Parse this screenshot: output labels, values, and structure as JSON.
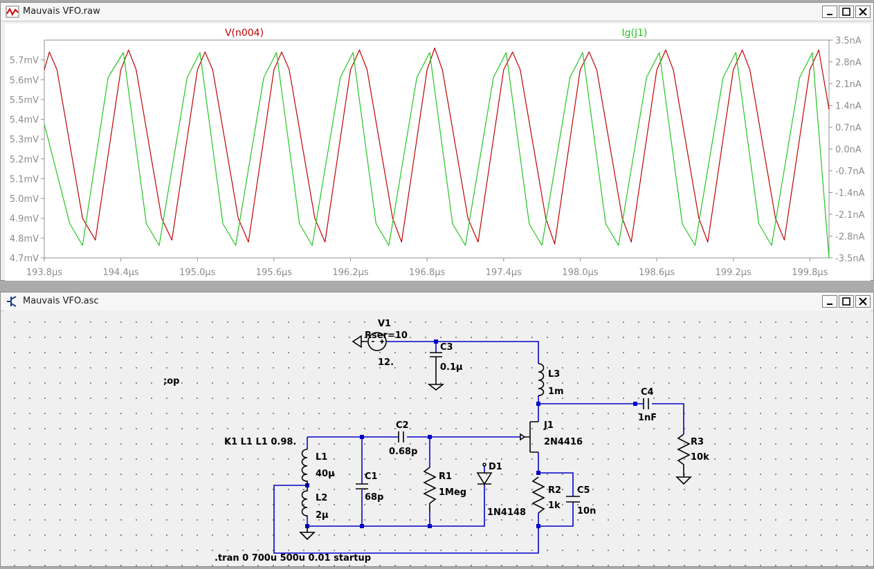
{
  "waveform_window": {
    "title": "Mauvais VFO.raw",
    "icon": "waveform-icon"
  },
  "schematic_window": {
    "title": "Mauvais VFO.asc",
    "icon": "schematic-icon"
  },
  "window_buttons": {
    "minimize": "minimize-icon",
    "maximize": "maximize-icon",
    "close": "close-icon"
  },
  "colors": {
    "trace_v": "#c00000",
    "trace_i": "#22c322",
    "wire": "#0000c8",
    "component": "#000000",
    "axis": "#8f8f8f"
  },
  "chart_data": {
    "type": "line",
    "xlabel": "",
    "x_ticks": [
      "193.8µs",
      "194.4µs",
      "195.0µs",
      "195.6µs",
      "196.2µs",
      "196.8µs",
      "197.4µs",
      "198.0µs",
      "198.6µs",
      "199.2µs",
      "199.8µs"
    ],
    "x_tick_values": [
      193.8,
      194.4,
      195.0,
      195.6,
      196.2,
      196.8,
      197.4,
      198.0,
      198.6,
      199.2,
      199.8
    ],
    "xlim": [
      193.8,
      199.95
    ],
    "y_left_ticks": [
      "5.7mV",
      "5.6mV",
      "5.5mV",
      "5.4mV",
      "5.3mV",
      "5.2mV",
      "5.1mV",
      "5.0mV",
      "4.9mV",
      "4.8mV",
      "4.7mV"
    ],
    "y_left_lim": [
      4.7,
      5.8
    ],
    "y_right_ticks": [
      "3.5nA",
      "2.8nA",
      "2.1nA",
      "1.4nA",
      "0.7nA",
      "0.0nA",
      "-0.7nA",
      "-1.4nA",
      "-2.1nA",
      "-2.8nA",
      "-3.5nA"
    ],
    "y_right_lim": [
      -3.5,
      3.5
    ],
    "series": [
      {
        "name": "V(n004)",
        "axis": "left",
        "unit": "mV",
        "color": "#c00000",
        "x": [
          193.8,
          193.84,
          193.9,
          194.1,
          194.2,
          194.4,
          194.46,
          194.52,
          194.72,
          194.8,
          195.0,
          195.06,
          195.12,
          195.32,
          195.4,
          195.6,
          195.66,
          195.72,
          195.92,
          196.0,
          196.2,
          196.27,
          196.33,
          196.53,
          196.6,
          196.8,
          196.86,
          196.92,
          197.12,
          197.2,
          197.4,
          197.47,
          197.53,
          197.73,
          197.8,
          198.0,
          198.07,
          198.13,
          198.33,
          198.4,
          198.6,
          198.67,
          198.73,
          198.93,
          199.0,
          199.2,
          199.27,
          199.33,
          199.53,
          199.6,
          199.8,
          199.87,
          199.95
        ],
        "y": [
          5.65,
          5.74,
          5.65,
          4.9,
          4.79,
          5.65,
          5.75,
          5.65,
          4.9,
          4.79,
          5.65,
          5.74,
          5.65,
          4.9,
          4.78,
          5.65,
          5.74,
          5.65,
          4.9,
          4.78,
          5.65,
          5.75,
          5.65,
          4.9,
          4.78,
          5.65,
          5.76,
          5.65,
          4.9,
          4.78,
          5.65,
          5.74,
          5.65,
          4.9,
          4.77,
          5.65,
          5.74,
          5.65,
          4.9,
          4.78,
          5.65,
          5.75,
          5.65,
          4.9,
          4.78,
          5.65,
          5.75,
          5.65,
          4.9,
          4.79,
          5.65,
          5.75,
          5.45
        ]
      },
      {
        "name": "Ig(J1)",
        "axis": "right",
        "unit": "nA",
        "color": "#22c322",
        "x": [
          193.8,
          194.0,
          194.1,
          194.3,
          194.42,
          194.6,
          194.7,
          194.92,
          195.02,
          195.2,
          195.3,
          195.52,
          195.62,
          195.8,
          195.9,
          196.12,
          196.22,
          196.4,
          196.5,
          196.72,
          196.82,
          197.0,
          197.1,
          197.32,
          197.42,
          197.6,
          197.7,
          197.92,
          198.02,
          198.2,
          198.3,
          198.52,
          198.62,
          198.8,
          198.9,
          199.12,
          199.22,
          199.4,
          199.5,
          199.72,
          199.82,
          199.95
        ],
        "y": [
          0.8,
          -2.4,
          -3.1,
          2.3,
          3.1,
          -2.4,
          -3.1,
          2.3,
          3.1,
          -2.4,
          -3.1,
          2.3,
          3.1,
          -2.4,
          -3.1,
          2.3,
          3.1,
          -2.4,
          -3.1,
          2.3,
          3.1,
          -2.4,
          -3.1,
          2.3,
          3.1,
          -2.4,
          -3.1,
          2.3,
          3.1,
          -2.4,
          -3.1,
          2.3,
          3.1,
          -2.4,
          -3.1,
          2.3,
          3.1,
          -2.4,
          -3.1,
          2.3,
          3.1,
          -3.5
        ]
      }
    ]
  },
  "schematic": {
    "labels": {
      "v1_name": "V1",
      "v1_rser": "Rser=10",
      "v1_value": "12.",
      "c3_name": "C3",
      "c3_value": "0.1µ",
      "l3_name": "L3",
      "l3_value": "1m",
      "c4_name": "C4",
      "c4_value": "1nF",
      "r3_name": "R3",
      "r3_value": "10k",
      "j1_name": "J1",
      "j1_model": "2N4416",
      "c2_name": "C2",
      "c2_value": "0.68p",
      "k1_directive": "K1 L1 L1 0.98.",
      "l1_name": "L1",
      "l1_value": "40µ",
      "l2_name": "L2",
      "l2_value": "2µ",
      "c1_name": "C1",
      "c1_value": "68p",
      "r1_name": "R1",
      "r1_value": "1Meg",
      "d1_name": "D1",
      "d1_model": "1N4148",
      "r2_name": "R2",
      "r2_value": "1k",
      "c5_name": "C5",
      "c5_value": "10n",
      "op_directive": ";op",
      "tran_directive": ".tran 0 700u 500u 0.01 startup"
    }
  }
}
